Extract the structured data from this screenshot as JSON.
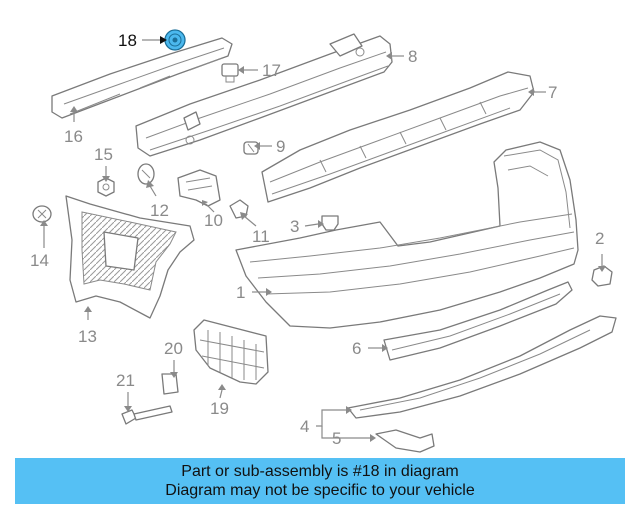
{
  "callouts": [
    "1",
    "2",
    "3",
    "4",
    "5",
    "6",
    "7",
    "8",
    "9",
    "10",
    "11",
    "12",
    "13",
    "14",
    "15",
    "16",
    "17",
    "18",
    "19",
    "20",
    "21"
  ],
  "highlight": {
    "number": "18",
    "color": "#4bb8ee"
  },
  "banner": {
    "line1": "Part or sub-assembly is #18 in diagram",
    "line2": "Diagram may not be specific to your vehicle",
    "background": "#55c0f4"
  }
}
